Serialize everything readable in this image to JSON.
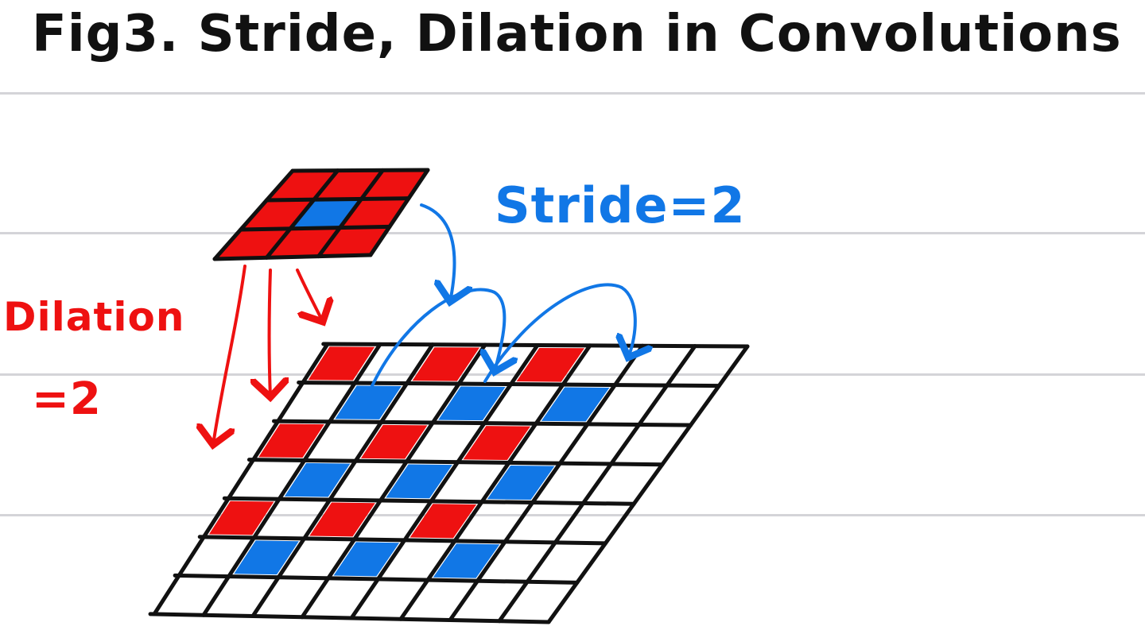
{
  "title": "Fig3. Stride, Dilation in Convolutions",
  "annotations": {
    "stride": "Stride=2",
    "dilation_word": "Dilation",
    "dilation_value": "=2"
  },
  "colors": {
    "ink": "#111111",
    "red": "#ee1111",
    "blue": "#1177e6",
    "rule": "#d4d4d8"
  }
}
